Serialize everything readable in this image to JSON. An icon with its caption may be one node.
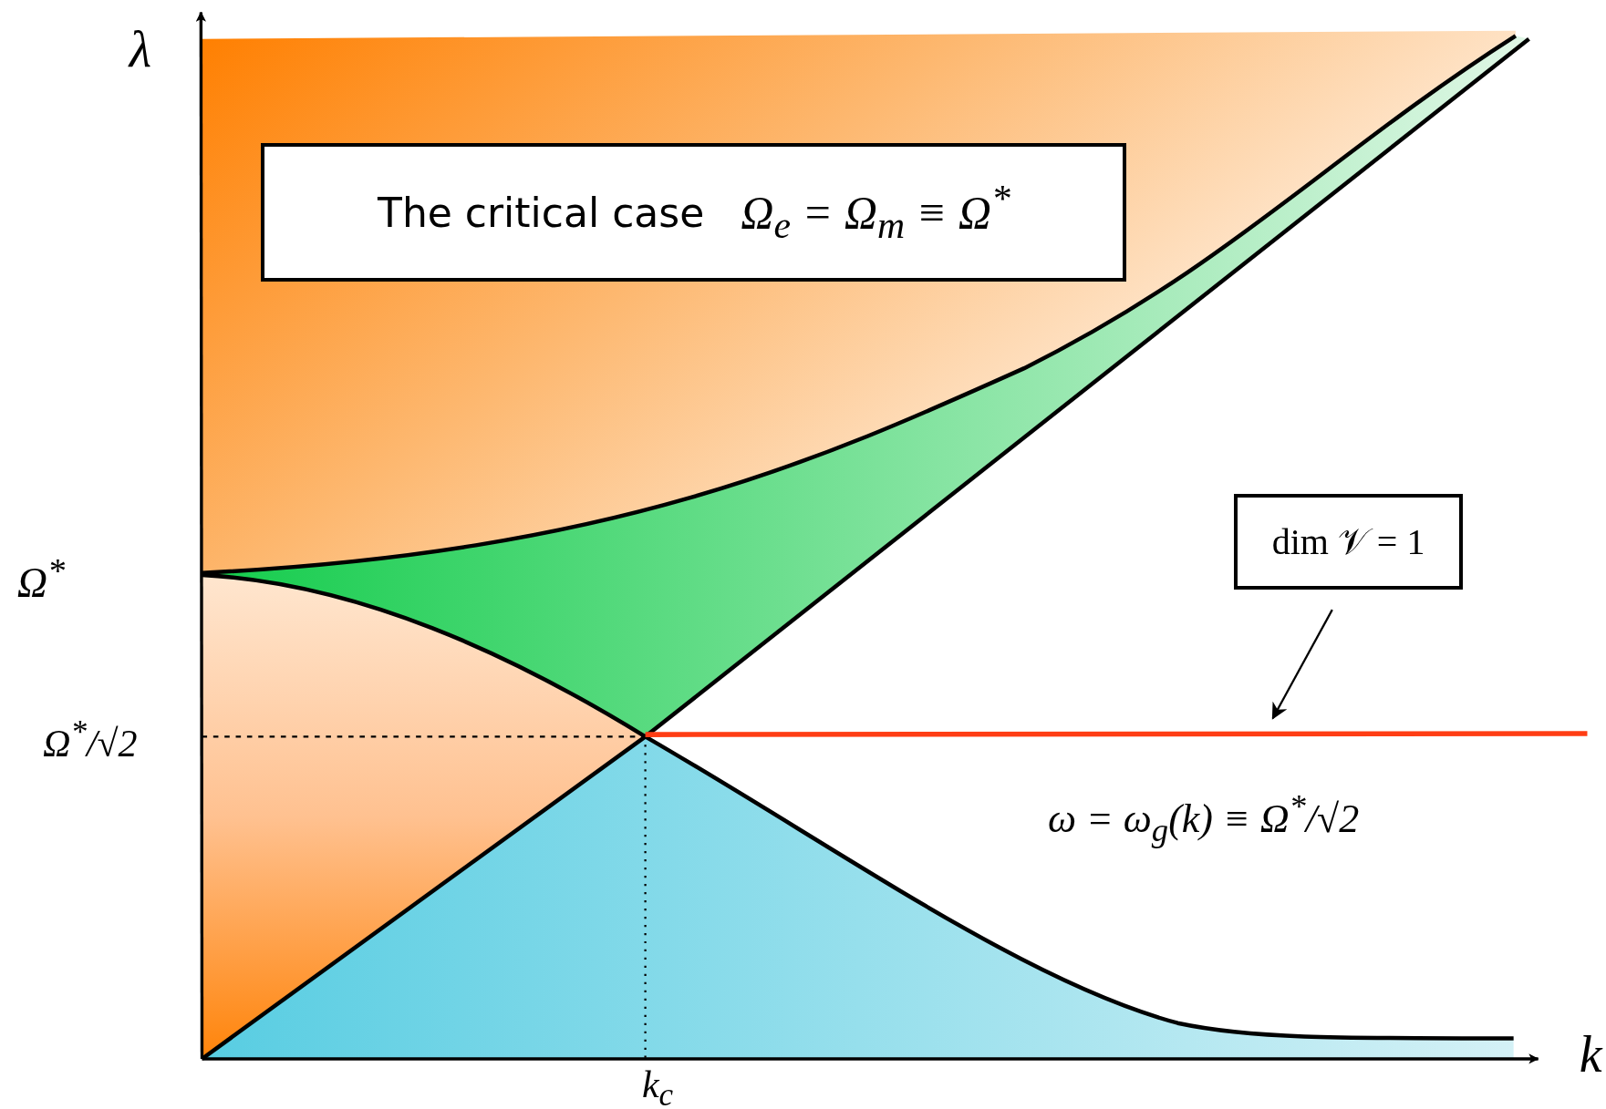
{
  "diagram": {
    "nodes": [
      {
        "text": [
          "The critical case",
          "Ω$_{e}$ = Ω$_{m}$ ≡ Ω$^{*}$"
        ]
      },
      {
        "text": [
          "dim 𝒱 = 1"
        ]
      },
      {
        "text": [],
        "shape": "line"
      }
    ],
    "edges": [
      {
        "from": 1,
        "to": 2,
        "arrow": "to"
      }
    ],
    "labels": [
      "λ",
      "Ω$^{*}$",
      "Ω$^{*}$/√2",
      "ω = ω$_{g}$(k) ≡ Ω$^{*}$/√2",
      "k$_{c}$",
      "k"
    ]
  }
}
